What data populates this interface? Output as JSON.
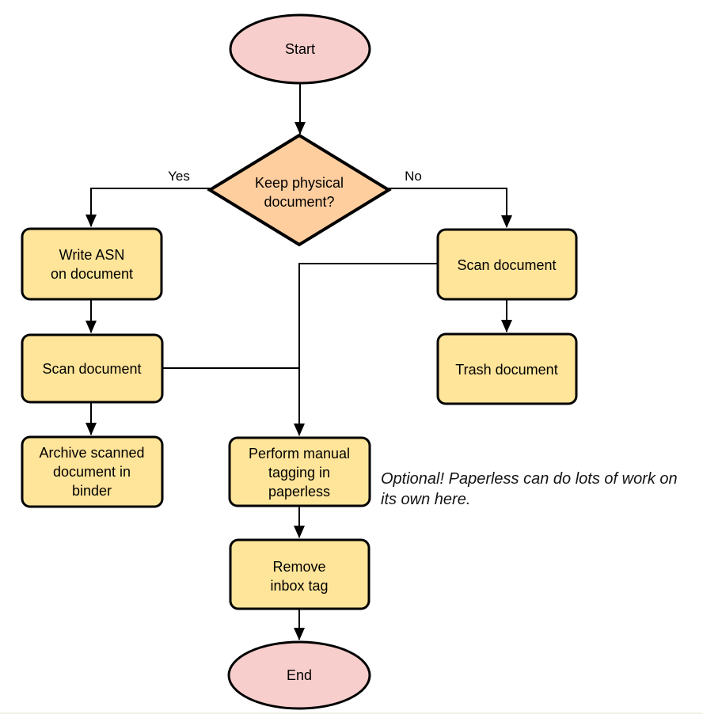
{
  "colors": {
    "terminal_fill": "#f8cecc",
    "decision_fill": "#ffce9f",
    "process_fill": "#ffe59a",
    "stroke": "#000000"
  },
  "nodes": {
    "start": {
      "label": "Start"
    },
    "decision": {
      "lines": [
        "Keep physical",
        "document?"
      ]
    },
    "write_asn": {
      "lines": [
        "Write ASN",
        "on document"
      ]
    },
    "scan_left": {
      "label": "Scan document"
    },
    "archive": {
      "lines": [
        "Archive scanned",
        "document in",
        "binder"
      ]
    },
    "scan_right": {
      "label": "Scan document"
    },
    "trash": {
      "label": "Trash document"
    },
    "tagging": {
      "lines": [
        "Perform manual",
        "tagging in",
        "paperless"
      ]
    },
    "remove_inbox": {
      "lines": [
        "Remove",
        "inbox tag"
      ]
    },
    "end": {
      "label": "End"
    }
  },
  "edge_labels": {
    "yes": "Yes",
    "no": "No"
  },
  "note": {
    "lines": [
      "Optional! Paperless can do lots of work on",
      "its own here."
    ]
  }
}
